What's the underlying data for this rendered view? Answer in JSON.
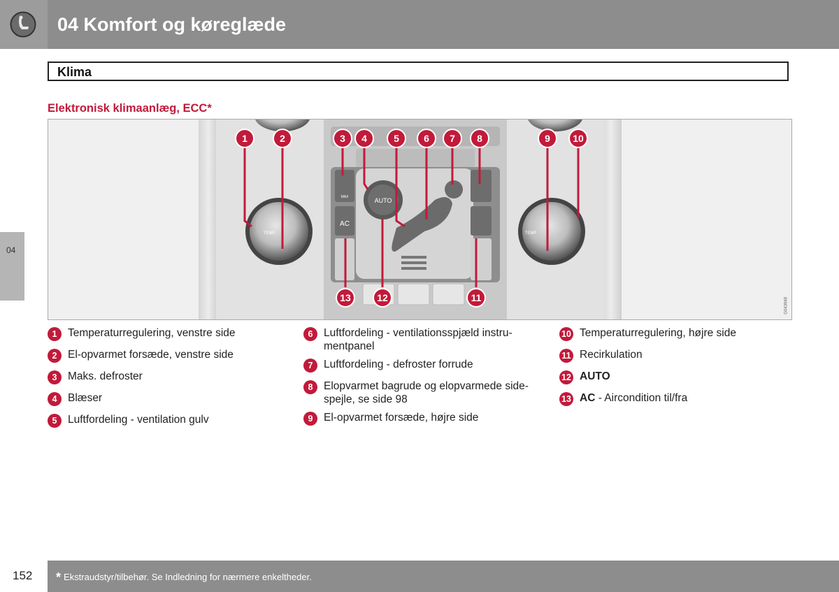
{
  "header": {
    "chapter_title": "04 Komfort og køreglæde",
    "icon": "seat-icon"
  },
  "side_tab": {
    "label": "04"
  },
  "section": {
    "title": "Klima"
  },
  "sub_heading": "Elektronisk klimaanlæg, ECC*",
  "figure": {
    "code": "G043948",
    "panel_labels": {
      "temp_left": "TEMP",
      "temp_right": "TEMP",
      "max": "MAX",
      "auto": "AUTO",
      "ac": "AC"
    },
    "callouts": [
      "1",
      "2",
      "3",
      "4",
      "5",
      "6",
      "7",
      "8",
      "9",
      "10",
      "11",
      "12",
      "13"
    ]
  },
  "legend": {
    "col1": [
      {
        "num": "1",
        "text": "Temperaturregulering, venstre side"
      },
      {
        "num": "2",
        "text": "El-opvarmet forsæde, venstre side"
      },
      {
        "num": "3",
        "text": "Maks. defroster"
      },
      {
        "num": "4",
        "text": "Blæser"
      },
      {
        "num": "5",
        "text": "Luftfordeling - ventilation gulv"
      }
    ],
    "col2": [
      {
        "num": "6",
        "line1": "Luftfordeling - ventilationsspjæld instru-",
        "line2": "mentpanel"
      },
      {
        "num": "7",
        "text": "Luftfordeling - defroster forrude"
      },
      {
        "num": "8",
        "line1": "Elopvarmet bagrude og elopvarmede side-",
        "line2": "spejle, se side 98"
      },
      {
        "num": "9",
        "text": "El-opvarmet forsæde, højre side"
      }
    ],
    "col3": [
      {
        "num": "10",
        "text": "Temperaturregulering, højre side"
      },
      {
        "num": "11",
        "text": "Recirkulation"
      },
      {
        "num": "12",
        "bold": "AUTO",
        "text": ""
      },
      {
        "num": "13",
        "bold": "AC",
        "text": " - Aircondition til/fra"
      }
    ]
  },
  "footer": {
    "page_number": "152",
    "footnote_mark": "*",
    "footnote": "Ekstraudstyr/tilbehør. Se Indledning for nærmere enkeltheder."
  },
  "colors": {
    "accent": "#c21a3a",
    "band": "#8d8d8d"
  }
}
